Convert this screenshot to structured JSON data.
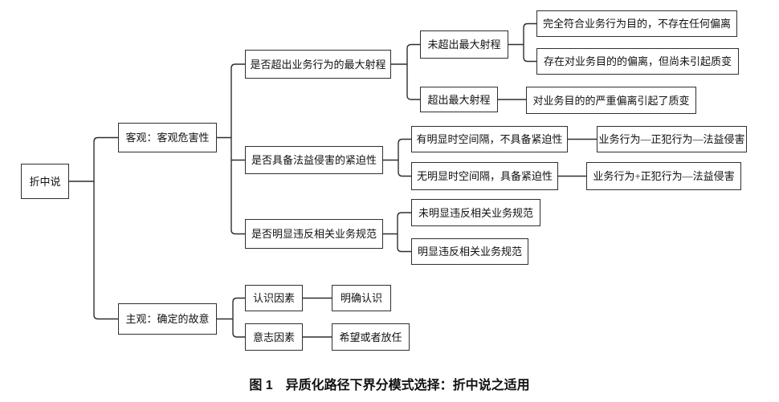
{
  "figure": {
    "caption": "图 1　异质化路径下界分模式选择：折中说之适用"
  },
  "diagram": {
    "nodes": {
      "root": "折中说",
      "objective": "客观：客观危害性",
      "subjective": "主观：确定的故意",
      "range_q": "是否超出业务行为的最大射程",
      "urgency_q": "是否具备法益侵害的紧迫性",
      "norm_q": "是否明显违反相关业务规范",
      "not_exceed": "未超出最大射程",
      "exceed": "超出最大射程",
      "full_conform": "完全符合业务行为目的，不存在任何偏离",
      "deviation_no_qualitative": "存在对业务目的的偏离，但尚未引起质变",
      "severe_deviation": "对业务目的的严重偏离引起了质变",
      "gap_yes": "有明显时空间隔，不具备紧迫性",
      "gap_no": "无明显时空间隔，具备紧迫性",
      "chain_separate": "业务行为—正犯行为—法益侵害",
      "chain_plus": "业务行为+正犯行为—法益侵害",
      "norm_not_violate": "未明显违反相关业务规范",
      "norm_violate": "明显违反相关业务规范",
      "cognition": "认识因素",
      "clear_cognition": "明确认识",
      "will": "意志因素",
      "hope_or_allow": "希望或者放任"
    },
    "tree": [
      {
        "parent": "root",
        "children": [
          "objective",
          "subjective"
        ]
      },
      {
        "parent": "objective",
        "children": [
          "range_q",
          "urgency_q",
          "norm_q"
        ]
      },
      {
        "parent": "range_q",
        "children": [
          "not_exceed",
          "exceed"
        ]
      },
      {
        "parent": "not_exceed",
        "children": [
          "full_conform",
          "deviation_no_qualitative"
        ]
      },
      {
        "parent": "exceed",
        "children": [
          "severe_deviation"
        ]
      },
      {
        "parent": "urgency_q",
        "children": [
          "gap_yes",
          "gap_no"
        ]
      },
      {
        "parent": "gap_yes",
        "children": [
          "chain_separate"
        ]
      },
      {
        "parent": "gap_no",
        "children": [
          "chain_plus"
        ]
      },
      {
        "parent": "norm_q",
        "children": [
          "norm_not_violate",
          "norm_violate"
        ]
      },
      {
        "parent": "subjective",
        "children": [
          "cognition",
          "will"
        ]
      },
      {
        "parent": "cognition",
        "children": [
          "clear_cognition"
        ]
      },
      {
        "parent": "will",
        "children": [
          "hope_or_allow"
        ]
      }
    ]
  },
  "colors": {
    "background": "#ffffff",
    "box_border": "#2f2f2f",
    "line": "#2f2f2f",
    "text": "#111111"
  }
}
